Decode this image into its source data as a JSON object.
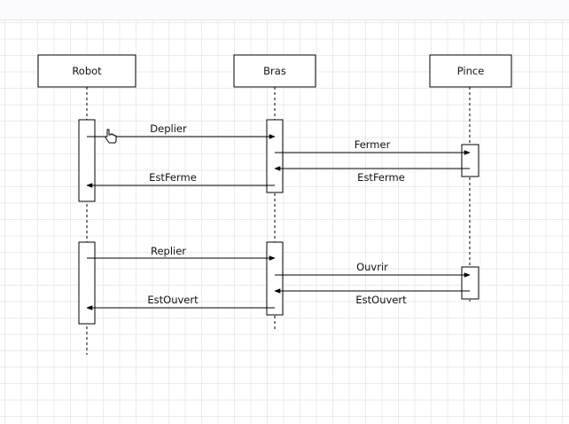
{
  "participants": {
    "robot": "Robot",
    "bras": "Bras",
    "pince": "Pince"
  },
  "messages": {
    "deplier": "Deplier",
    "fermer": "Fermer",
    "estferme_pince": "EstFerme",
    "estferme_bras": "EstFerme",
    "replier": "Replier",
    "ouvrir": "Ouvrir",
    "estouvert_pince": "EstOuvert",
    "estouvert_bras": "EstOuvert"
  },
  "colors": {
    "stroke": "#000000",
    "grid": "#ebebeb",
    "box_fill": "#ffffff"
  },
  "cursor": "hand-pointer-icon"
}
